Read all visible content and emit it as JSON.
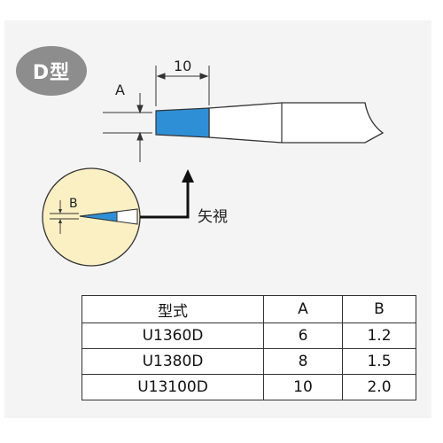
{
  "badge": "D型",
  "dimension": {
    "length": "10",
    "a_label": "A",
    "b_label": "B"
  },
  "view_label": "矢視",
  "colors": {
    "tip_blue": "#2f8fd6",
    "detail_circle": "#fbf0c4",
    "badge_gray": "#8d8d8d"
  },
  "table": {
    "headers": [
      "型式",
      "A",
      "B"
    ],
    "rows": [
      {
        "model": "U1360D",
        "a": "6",
        "b": "1.2"
      },
      {
        "model": "U1380D",
        "a": "8",
        "b": "1.5"
      },
      {
        "model": "U13100D",
        "a": "10",
        "b": "2.0"
      }
    ]
  }
}
